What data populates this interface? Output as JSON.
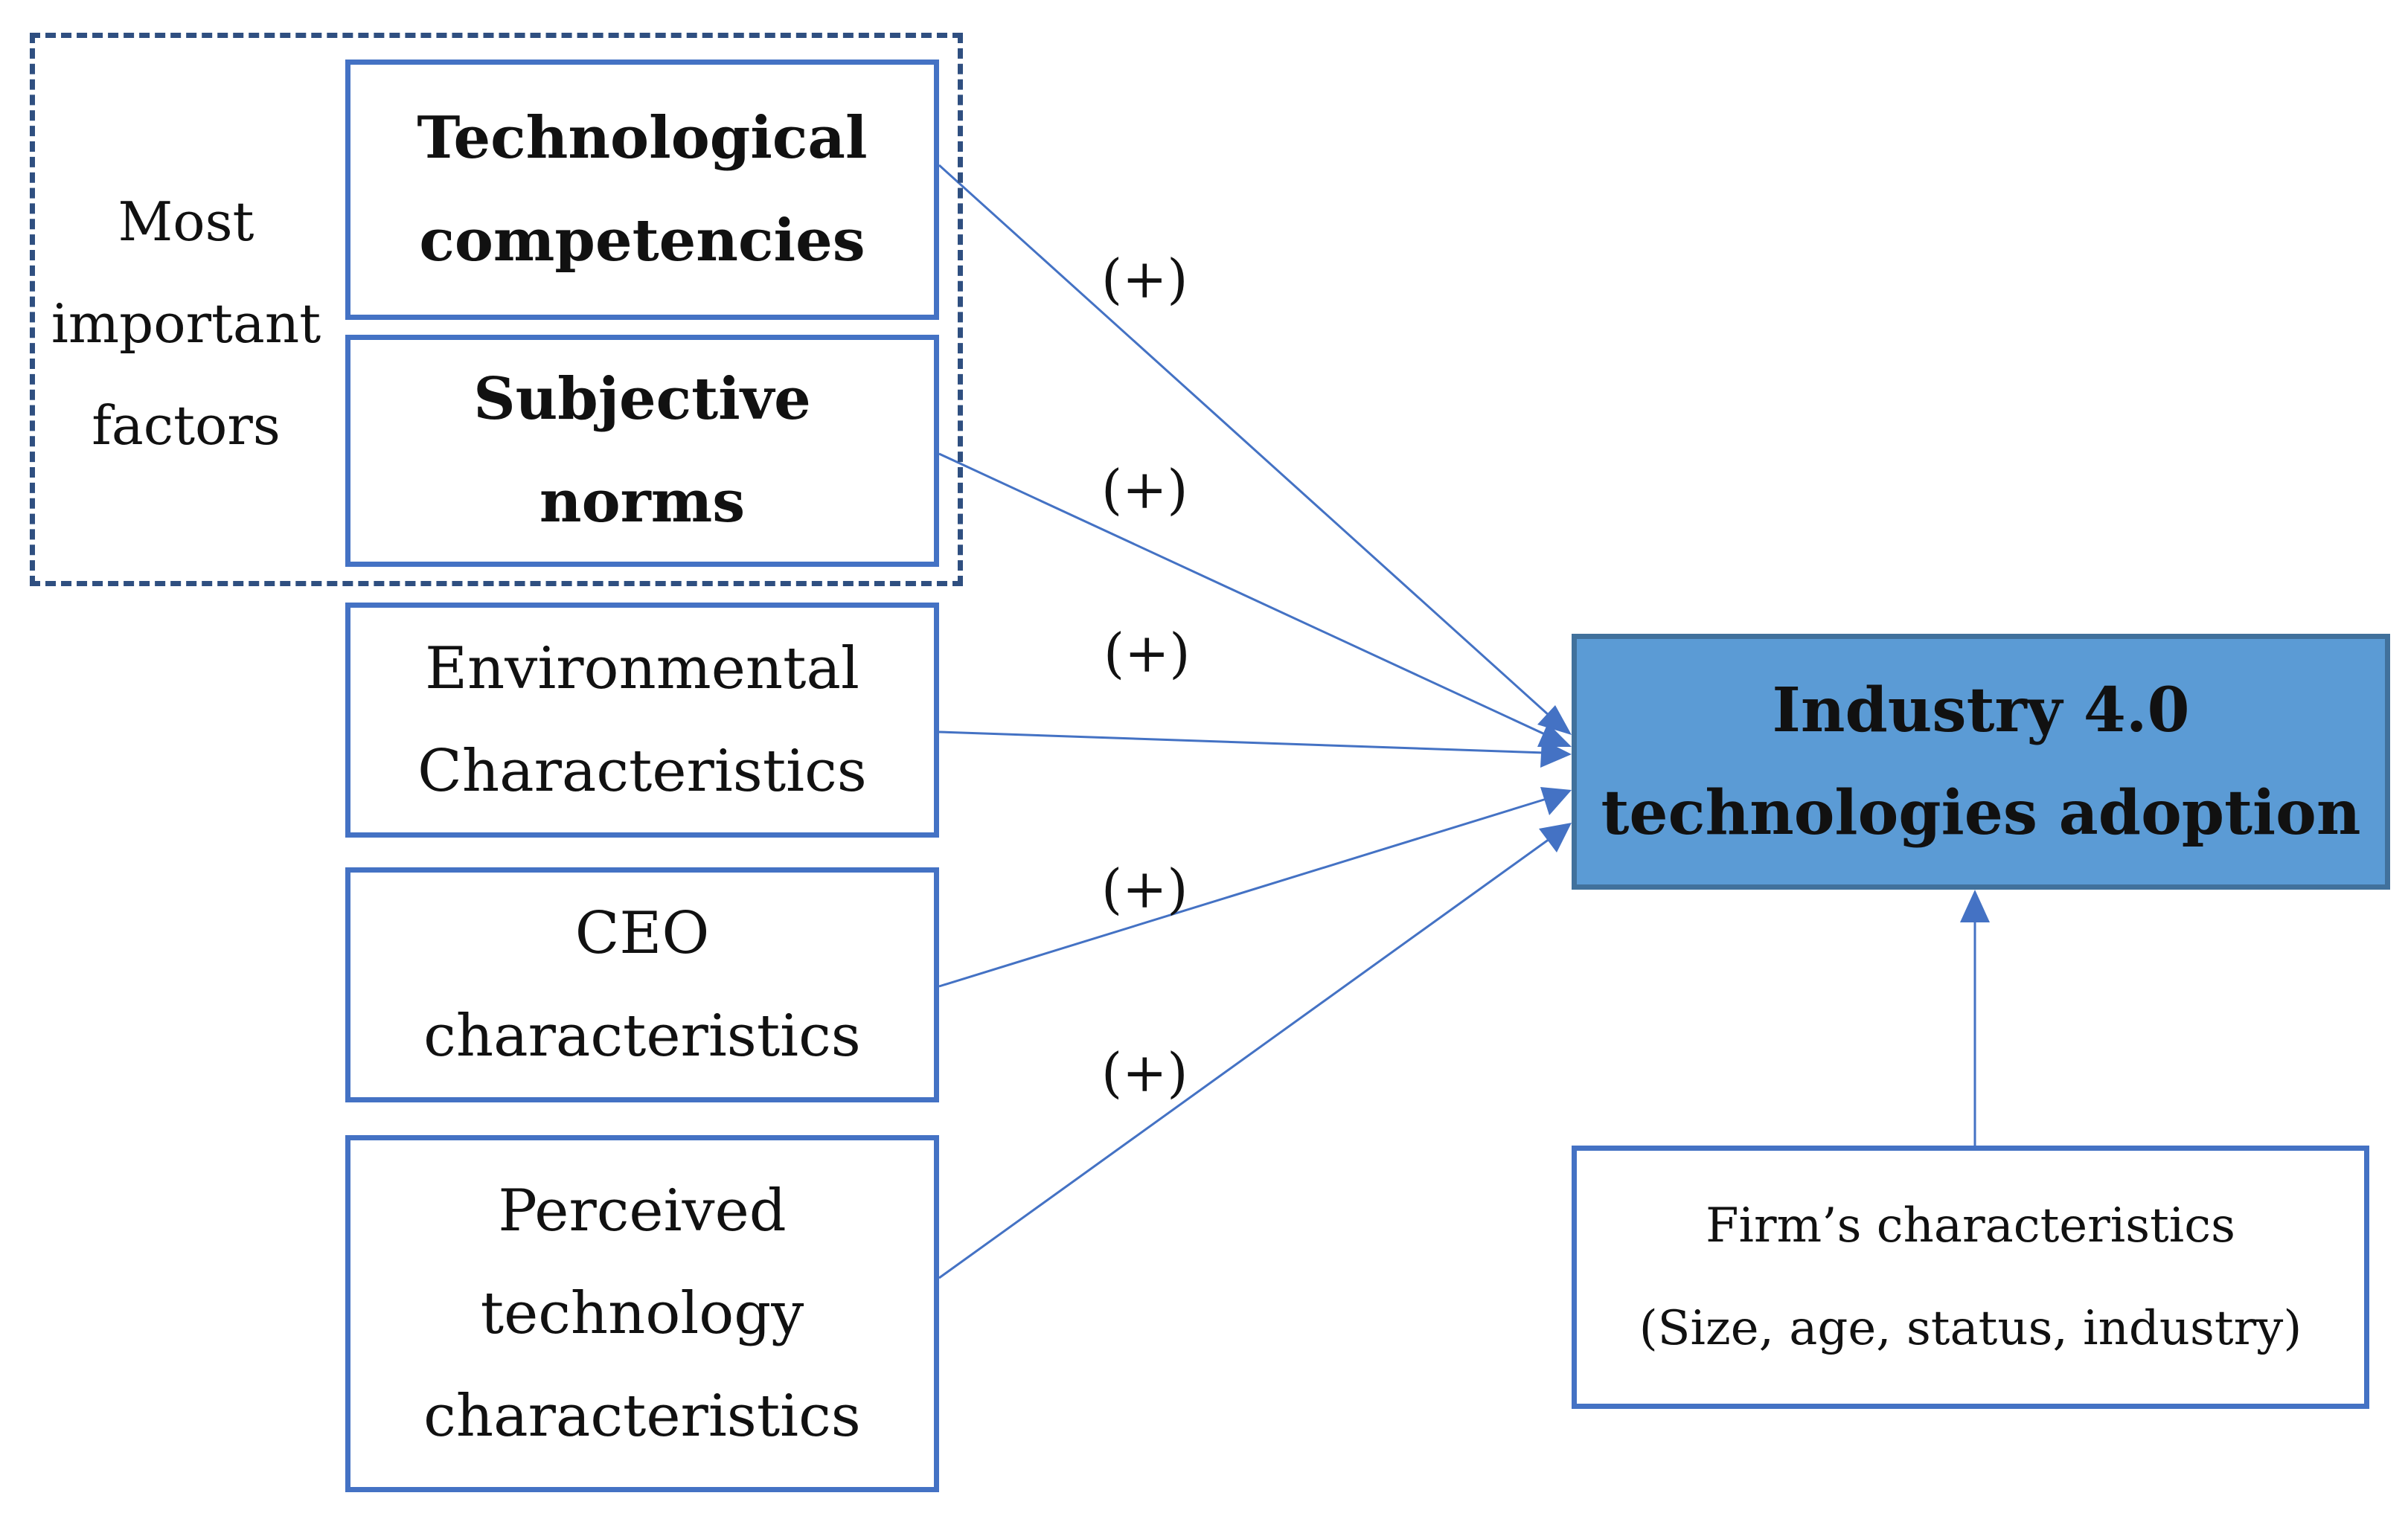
{
  "group": {
    "label_lines": [
      "Most",
      "important",
      "factors"
    ]
  },
  "factors": [
    {
      "lines": [
        "Technological",
        "competencies"
      ],
      "bold": true,
      "sign": "(+)"
    },
    {
      "lines": [
        "Subjective",
        "norms"
      ],
      "bold": true,
      "sign": "(+)"
    },
    {
      "lines": [
        "Environmental",
        "Characteristics"
      ],
      "bold": false,
      "sign": "(+)"
    },
    {
      "lines": [
        "CEO",
        "characteristics"
      ],
      "bold": false,
      "sign": "(+)"
    },
    {
      "lines": [
        "Perceived",
        "technology",
        "characteristics"
      ],
      "bold": false,
      "sign": "(+)"
    }
  ],
  "target": {
    "lines": [
      "Industry 4.0",
      "technologies adoption"
    ]
  },
  "firm": {
    "lines": [
      "Firm’s characteristics",
      "(Size, age, status, industry)"
    ]
  },
  "colors": {
    "box_border": "#4472c4",
    "arrow": "#4472c4",
    "target_fill": "#5b9bd5",
    "target_border": "#41719c",
    "group_border": "#2f4f80"
  }
}
